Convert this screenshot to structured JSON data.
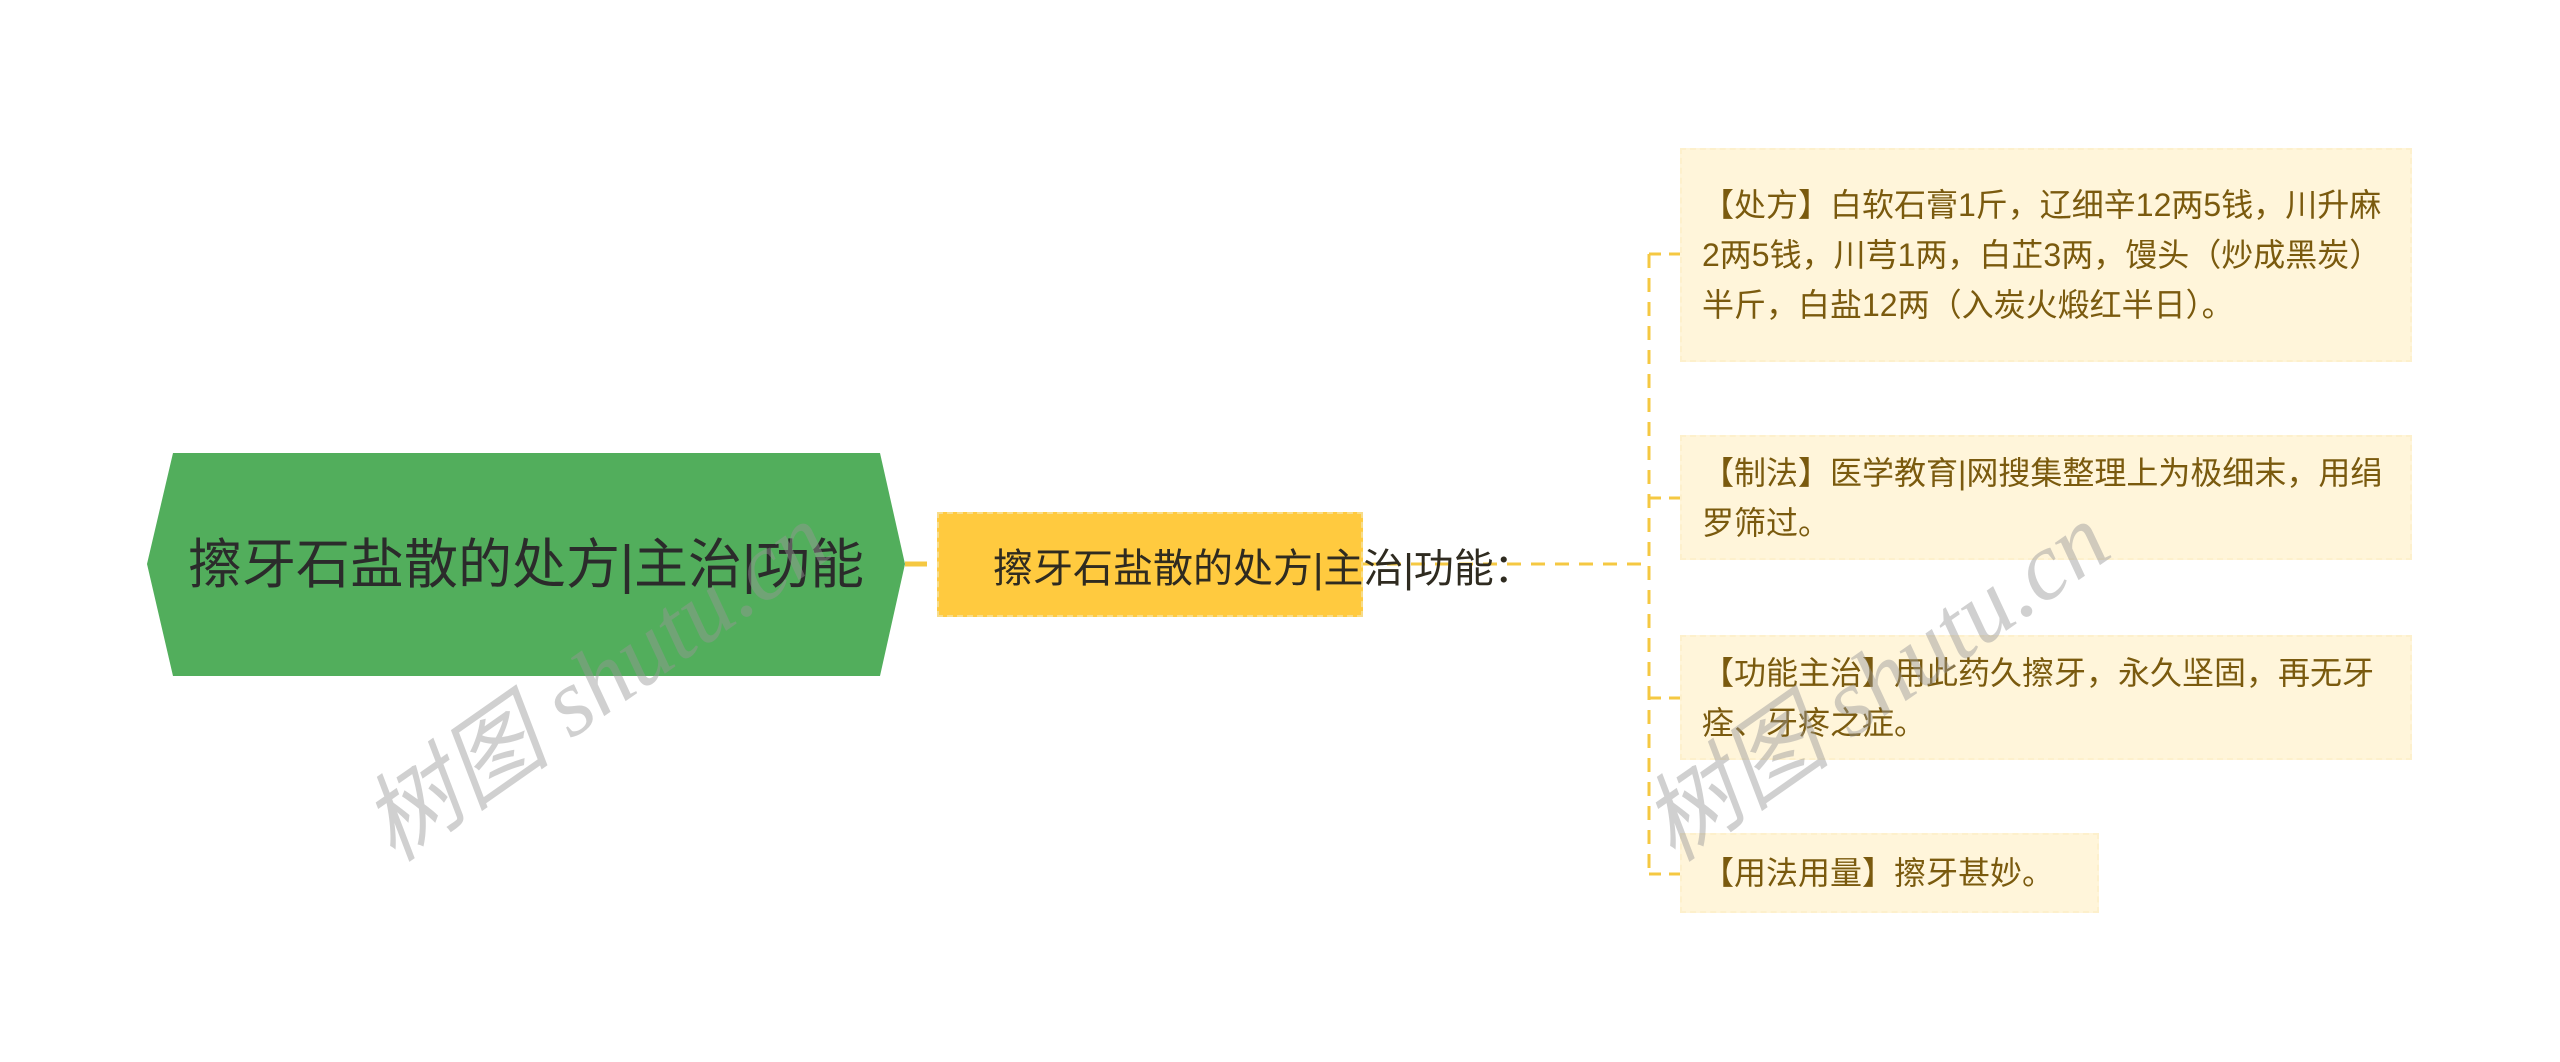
{
  "mindmap": {
    "root": {
      "label": "擦牙石盐散的处方|主治|功能",
      "color": "#52ae5c"
    },
    "topic": {
      "label": "擦牙石盐散的处方|主治|功能：",
      "color": "#ffca3f"
    },
    "leaves": [
      {
        "label": "【处方】白软石膏1斤，辽细辛12两5钱，川升麻2两5钱，川芎1两，白芷3两，馒头（炒成黑炭）半斤，白盐12两（入炭火煅红半日）。"
      },
      {
        "label": "【制法】医学教育|网搜集整理上为极细末，用绢罗筛过。"
      },
      {
        "label": "【功能主治】用此药久擦牙，永久坚固，再无牙痊、牙疼之症。"
      },
      {
        "label": "【用法用量】擦牙甚妙。"
      }
    ],
    "leaf_color": "#fff5da",
    "leaf_text_color": "#7a5a0e",
    "connector_color": "#f5c842"
  },
  "watermark": {
    "text_left": "树图 shutu.cn",
    "text_right": "树图 shutu.cn"
  }
}
